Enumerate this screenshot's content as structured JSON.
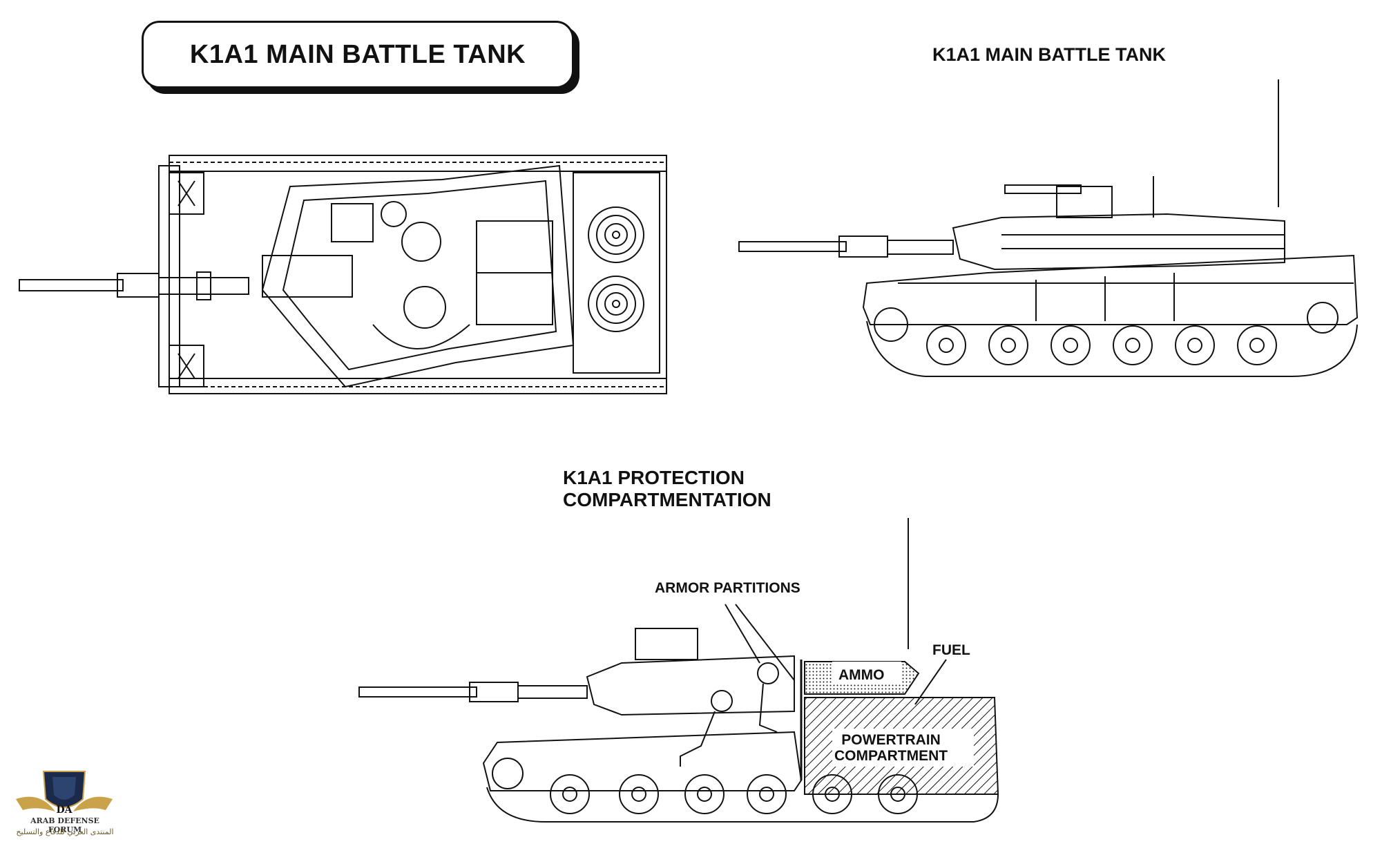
{
  "header": {
    "title": "K1A1 MAIN BATTLE TANK"
  },
  "side_view": {
    "label": "K1A1 MAIN BATTLE TANK"
  },
  "protection_view": {
    "title_line1": "K1A1 PROTECTION",
    "title_line2": "COMPARTMENTATION",
    "labels": {
      "armor": "ARMOR PARTITIONS",
      "fuel": "FUEL",
      "ammo": "AMMO",
      "power_line1": "POWERTRAIN",
      "power_line2": "COMPARTMENT"
    }
  },
  "watermark": {
    "logo_letters": "DA",
    "name": "ARAB DEFENSE FORUM",
    "arabic": "المنتدى العربي للدفاع والتسليح"
  },
  "colors": {
    "line": "#111111",
    "background": "#ffffff",
    "logo_gold": "#c9a24a",
    "logo_navy": "#1b2a4a"
  }
}
